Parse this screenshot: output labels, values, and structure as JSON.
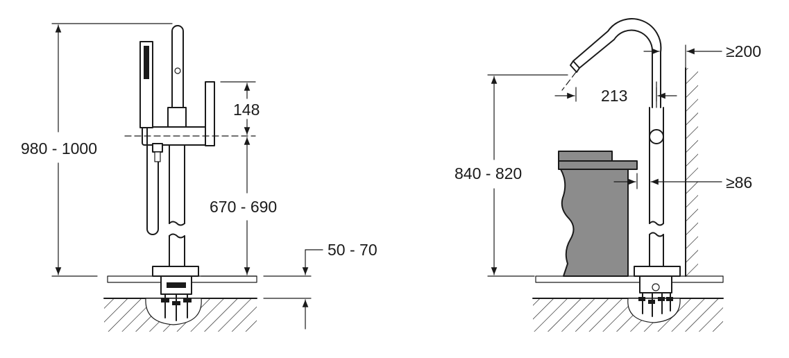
{
  "left_view": {
    "dimensions": {
      "total_height": "980 - 1000",
      "head_offset": "148",
      "spout_height": "670 - 690",
      "floor_depth": "50 - 70"
    }
  },
  "right_view": {
    "dimensions": {
      "wall_clearance": "≥200",
      "spout_reach": "213",
      "height": "840 - 820",
      "tub_clearance": "≥86"
    }
  },
  "colors": {
    "ink": "#1a1a1a",
    "tub_fill": "#8c8c8c",
    "background": "#ffffff"
  }
}
